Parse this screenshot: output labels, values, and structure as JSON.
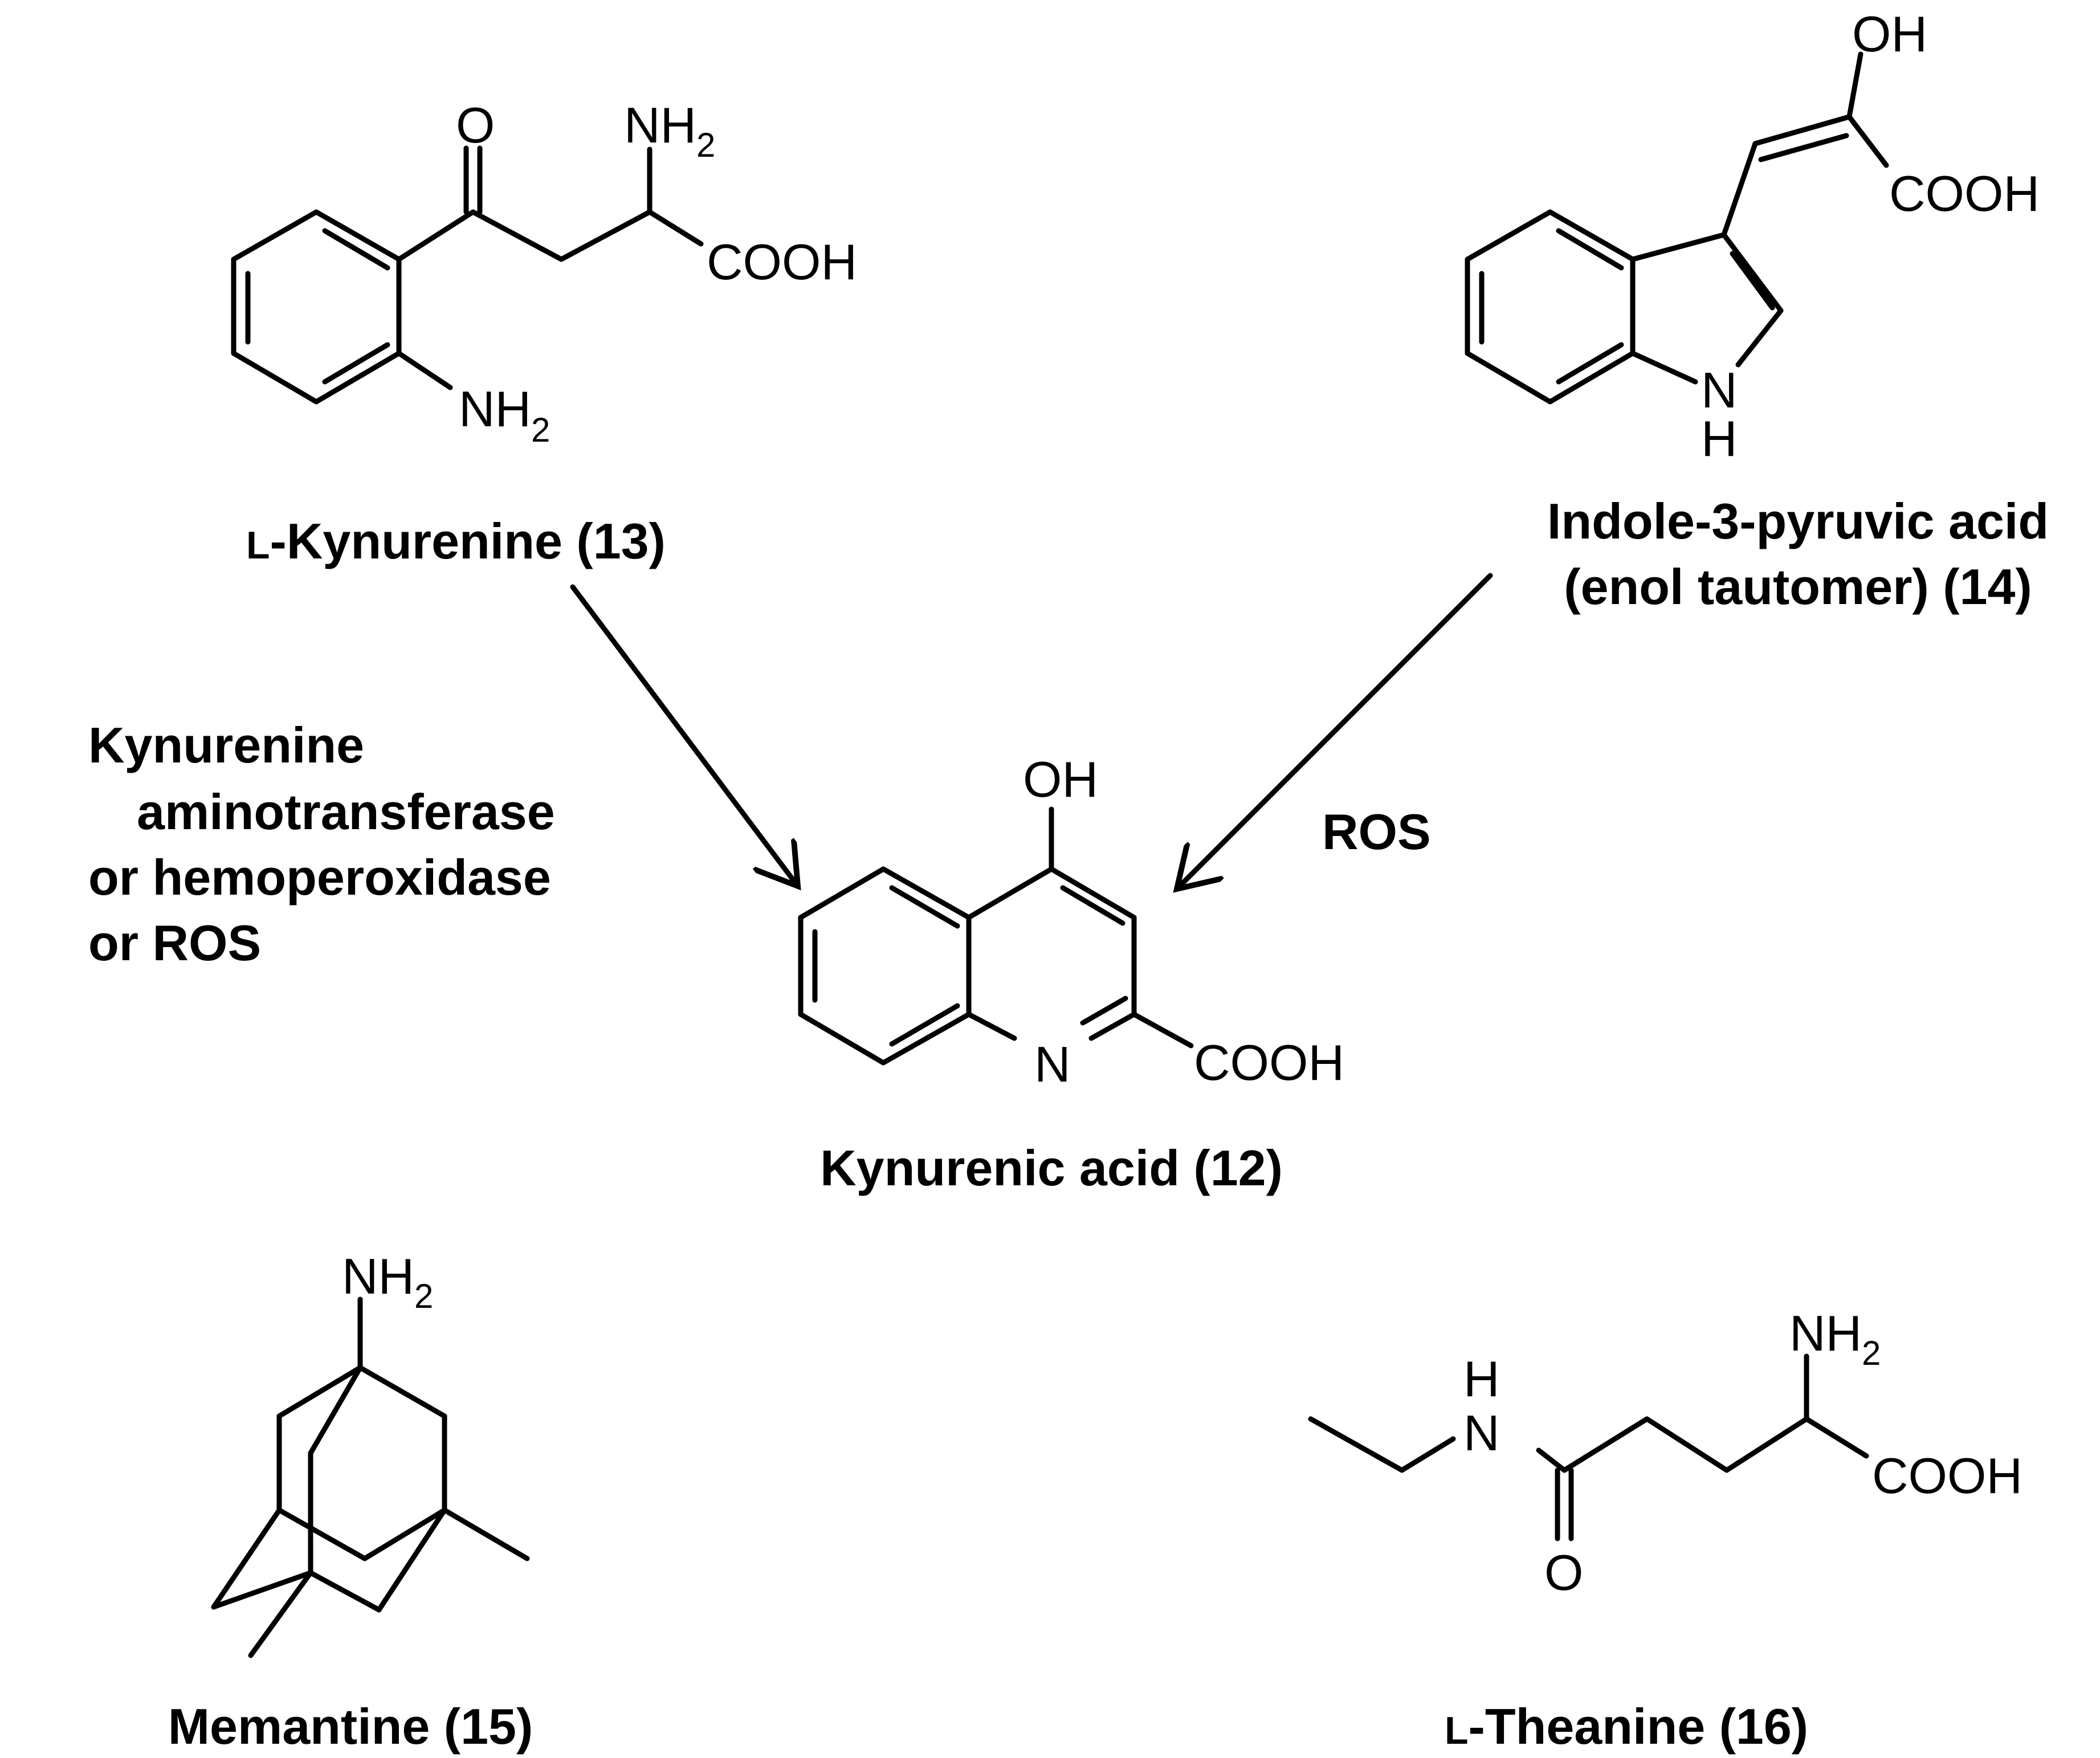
{
  "compounds": {
    "kynurenine": {
      "name_prefix": "L",
      "name": "-Kynurenine (13)",
      "atoms": {
        "ketone_o": "O",
        "amine": "NH",
        "amine_sub": "2",
        "acid": "COOH",
        "aryl_amine": "NH",
        "aryl_amine_sub": "2"
      }
    },
    "indole_pyruvic": {
      "name_line1": "Indole-3-pyruvic acid",
      "name_line2": "(enol tautomer) (14)",
      "atoms": {
        "hydroxyl": "OH",
        "acid": "COOH",
        "ring_n": "N",
        "ring_h": "H"
      }
    },
    "kynurenic_acid": {
      "name": "Kynurenic acid (12)",
      "atoms": {
        "hydroxyl": "OH",
        "ring_n": "N",
        "acid": "COOH"
      }
    },
    "memantine": {
      "name": "Memantine (15)",
      "atoms": {
        "amine": "NH",
        "amine_sub": "2"
      }
    },
    "theanine": {
      "name_prefix": "L",
      "name": "-Theanine (16)",
      "atoms": {
        "amide_h": "H",
        "amide_n": "N",
        "amide_o": "O",
        "amine": "NH",
        "amine_sub": "2",
        "acid": "COOH"
      }
    }
  },
  "reactions": {
    "left": {
      "line1": "Kynurenine",
      "line2": "aminotransferase",
      "line3": "or hemoperoxidase",
      "line4": "or ROS"
    },
    "right": {
      "label": "ROS"
    }
  }
}
